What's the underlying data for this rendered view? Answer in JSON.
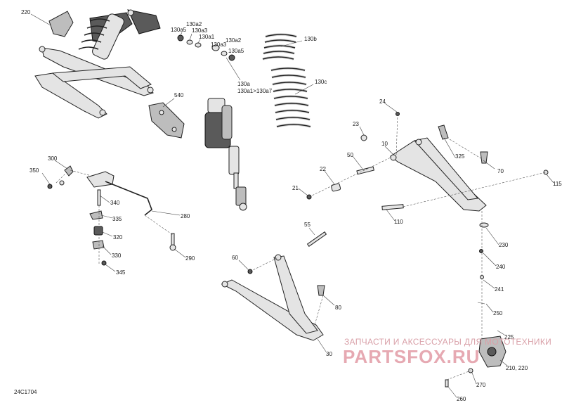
{
  "diagram": {
    "code": "24C1704",
    "watermark_text": "ЗАПЧАСТИ И АКСЕССУАРЫ ДЛЯ МОТОТЕХНИКИ",
    "watermark_logo": "PARTSFOX.RU",
    "labels": {
      "l220": "220",
      "l130a5_a": "130a5",
      "l130a2_a": "130a2",
      "l130a3_a": "130a3",
      "l130a1": "130a1",
      "l130a2_b": "130a2",
      "l130a3_b": "130a3",
      "l130a5_b": "130a5",
      "l130b": "130b",
      "l130a": "130a",
      "l130a_range": "130a1>130a7",
      "l130c": "130c",
      "l540": "540",
      "l24": "24",
      "l23": "23",
      "l10": "10",
      "l325": "325",
      "l70": "70",
      "l115": "115",
      "l300": "300",
      "l350": "350",
      "l50": "50",
      "l22": "22",
      "l21": "21",
      "l340": "340",
      "l335": "335",
      "l280": "280",
      "l320": "320",
      "l330": "330",
      "l290": "290",
      "l345": "345",
      "l110": "110",
      "l55": "55",
      "l230": "230",
      "l60": "60",
      "l240": "240",
      "l241": "241",
      "l80": "80",
      "l250": "250",
      "l225": "225",
      "l30": "30",
      "l210_220": "210, 220",
      "l270": "270",
      "l260": "260"
    }
  }
}
